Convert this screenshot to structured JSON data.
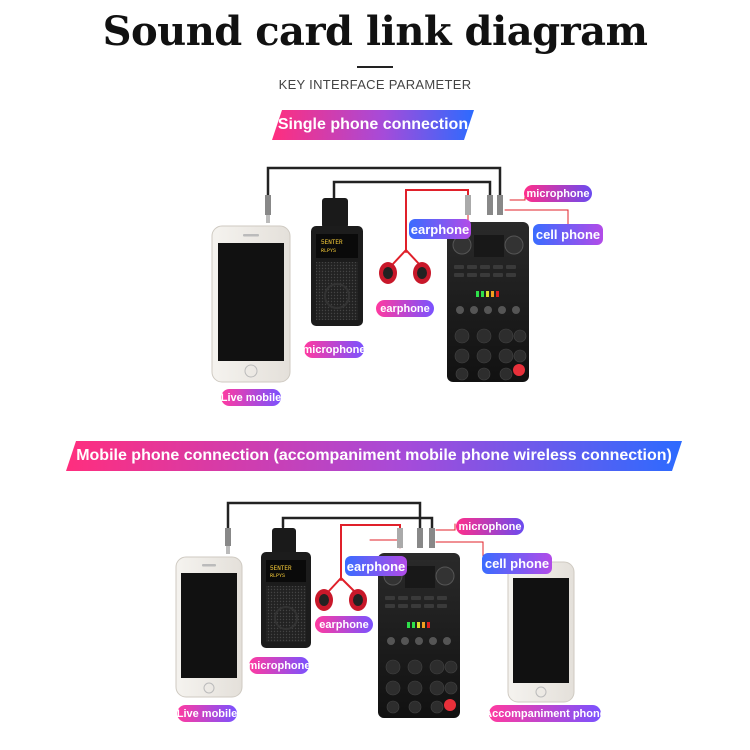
{
  "header": {
    "title": "Sound card link diagram",
    "subtitle": "KEY INTERFACE PARAMETER"
  },
  "section1": {
    "banner": "Single phone connection",
    "labels": {
      "microphone_top": "microphone",
      "cell_phone": "cell phone",
      "earphone_top": "earphone",
      "earphone_bottom": "earphone",
      "microphone_bottom": "microphone",
      "live_mobile": "Live mobile"
    }
  },
  "section2": {
    "banner": "Mobile phone connection (accompaniment mobile phone wireless connection)",
    "labels": {
      "microphone_top": "microphone",
      "earphone_top": "earphone",
      "cell_phone": "cell phone",
      "earphone_bottom": "earphone",
      "microphone_bottom": "microphone",
      "live_mobile": "Live mobile",
      "accompaniment_phone": "Accompaniment phone"
    }
  },
  "colors": {
    "banner_start": "#ff2e7e",
    "banner_end": "#2c6bff",
    "cable_red": "#e0202a",
    "cable_black": "#222222"
  }
}
